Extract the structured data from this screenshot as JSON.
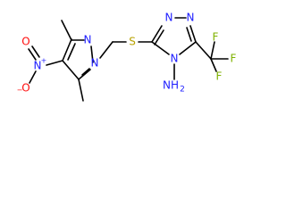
{
  "molecule": {
    "atom_labels": {
      "pyrazole_n1": "N",
      "pyrazole_n2": "N",
      "thioether_s": "S",
      "triazole_n1": "N",
      "triazole_n2": "N",
      "triazole_n4": "N",
      "amino_n": "NH",
      "amino_h_count": "2",
      "nitro_n": "N",
      "nitro_n_charge": "+",
      "nitro_o_double": "O",
      "nitro_o_single": "O",
      "nitro_o_charge": "−",
      "fluorine_1": "F",
      "fluorine_2": "F",
      "fluorine_3": "F"
    },
    "colors": {
      "nitrogen": "#1c1cff",
      "oxygen": "#ff0d0d",
      "sulfur": "#b8a200",
      "fluorine": "#7fb200",
      "carbon_bond": "#000000"
    }
  }
}
